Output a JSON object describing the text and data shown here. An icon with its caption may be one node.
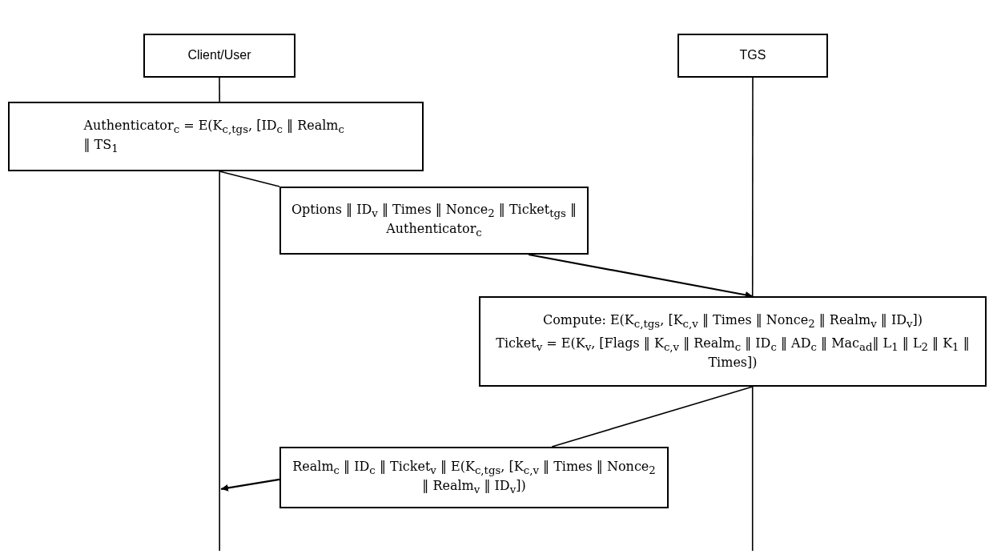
{
  "diagram": {
    "nodes": [
      {
        "text": [
          "Client/User"
        ]
      },
      {
        "text": [
          "TGS"
        ]
      },
      {
        "text": [
          "Authenticator$_{c}$ = E(K$_{c,tgs}$, [ID$_{c}$ ‖ Realm$_{c}$ ‖ TS$_{1}$"
        ]
      },
      {
        "text": [
          "Options ‖ ID$_{v}$ ‖ Times ‖ Nonce$_{2}$ ‖ Ticket$_{tgs}$ ‖ Authenticator$_{c}$"
        ]
      },
      {
        "text": [
          "Compute: E(K$_{c,tgs}$, [K$_{c,v}$ ‖ Times ‖ Nonce$_{2}$ ‖ Realm$_{v}$ ‖ ID$_{v}$])",
          "Ticket$_{v}$ = E(K$_{v}$, [Flags ‖ K$_{c,v}$ ‖ Realm$_{c}$ ‖ ID$_{c}$ ‖ AD$_{c}$ ‖ Mac$_{ad}$‖ L$_{1}$ ‖ L$_{2}$ ‖ K$_{1}$ ‖ Times])"
        ]
      },
      {
        "text": [
          "Realm$_{c}$ ‖ ID$_{c}$ ‖ Ticket$_{v}$ ‖ E(K$_{c,tgs}$, [K$_{c,v}$ ‖ Times ‖ Nonce$_{2}$ ‖ Realm$_{v}$ ‖ ID$_{v}$])"
        ]
      }
    ],
    "edges": [
      {
        "from": 0,
        "to": 2,
        "arrow": "none"
      },
      {
        "from": 2,
        "to": null,
        "arrow": "none"
      },
      {
        "from": 1,
        "to": 4,
        "arrow": "none"
      },
      {
        "from": 4,
        "to": null,
        "arrow": "none"
      },
      {
        "from": 2,
        "to": 3,
        "arrow": "none"
      },
      {
        "from": 3,
        "to": 4,
        "arrow": "to"
      },
      {
        "from": 4,
        "to": 5,
        "arrow": "none"
      },
      {
        "from": 5,
        "to": null,
        "arrow": "to"
      }
    ]
  }
}
